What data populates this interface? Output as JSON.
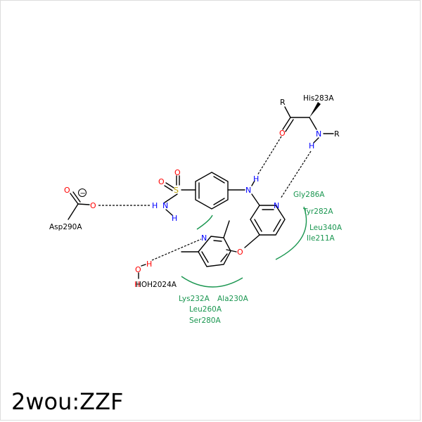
{
  "title": "2wou:ZZF",
  "atoms": {
    "R_top": "R",
    "O_carbonyl": "O",
    "N_his": "N",
    "R_right": "R",
    "H_his": "H",
    "N_amine": "N",
    "H_amine": "H",
    "N_pyr_top": "N",
    "O_ether": "O",
    "N_pyr_low": "N",
    "S": "S",
    "O_s1": "O",
    "O_s2": "O",
    "N_sulf": "N",
    "H_sulf1": "H",
    "H_sulf2": "H",
    "O_asp1": "O",
    "O_asp2": "O",
    "charge": "−",
    "O_water": "O",
    "H_water1": "H",
    "H_water2": "H"
  },
  "labels": {
    "his": "His283A",
    "asp": "Asp290A",
    "water": "HOH2024A"
  },
  "residues": {
    "gly": "Gly286A",
    "tyr": "Tyr282A",
    "leu340": "Leu340A",
    "ile": "Ile211A",
    "lys": "Lys232A",
    "ala": "Ala230A",
    "leu260": "Leu260A",
    "ser": "Ser280A"
  },
  "colors": {
    "nitrogen": "#0000ff",
    "oxygen": "#ff0000",
    "sulfur": "#b8a000",
    "residue": "#1a9650",
    "bond": "#000000"
  }
}
